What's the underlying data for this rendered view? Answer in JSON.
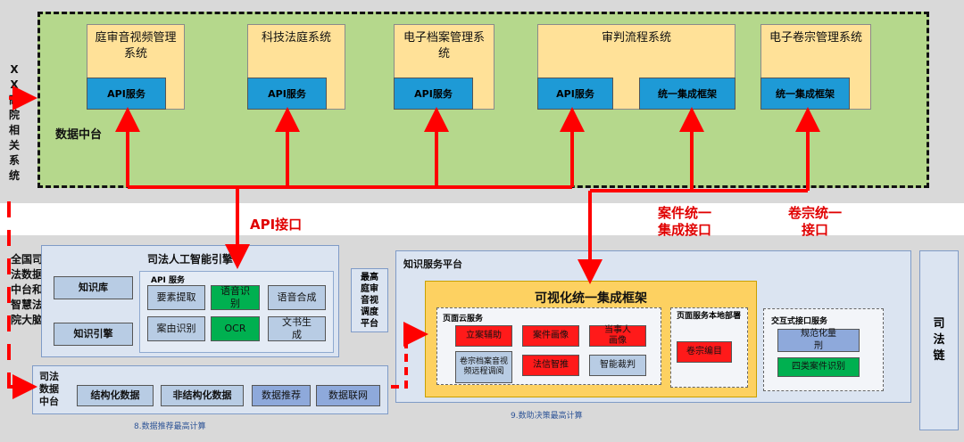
{
  "top": {
    "side_label": "XX高院相关系统",
    "platform_label": "数据中台",
    "systems": [
      {
        "title": "庭审音视频管理系统",
        "apis": [
          "API服务"
        ]
      },
      {
        "title": "科技法庭系统",
        "apis": [
          "API服务"
        ]
      },
      {
        "title": "电子档案管理系统",
        "apis": [
          "API服务"
        ]
      },
      {
        "title": "审判流程系统",
        "apis": [
          "API服务",
          "统一集成框架"
        ]
      },
      {
        "title": "电子卷宗管理系统",
        "apis": [
          "统一集成框架"
        ]
      }
    ]
  },
  "connectors": {
    "api_interface": "API接口",
    "case_interface": "案件统一集成接口",
    "dossier_interface": "卷宗统一接口"
  },
  "bottom": {
    "side_label": "全国司法数据中台和智慧法院大脑",
    "ai_engine": {
      "title": "司法人工智能引擎",
      "knowledge_base": "知识库",
      "knowledge_engine": "知识引擎",
      "api_services_title": "API 服务",
      "api_services": [
        "要素提取",
        "语音识别",
        "语音合成",
        "案由识别",
        "OCR",
        "文书生成"
      ]
    },
    "court_platform": "最高庭审音视调度平台",
    "data_platform": {
      "title": "司法数据中台",
      "items": [
        "结构化数据",
        "非结构化数据",
        "数据推荐",
        "数据联网"
      ],
      "caption": "8.数据推荐最高计算"
    },
    "knowledge_platform": {
      "title": "知识服务平台",
      "framework_title": "可视化统一集成框架",
      "page_cloud": {
        "title": "页面云服务",
        "items": [
          "立案辅助",
          "案件画像",
          "当事人画像",
          "卷宗档案音视频远程调阅",
          "法信智推",
          "智能裁判"
        ]
      },
      "local_service": {
        "title": "页面服务本地部署",
        "items": [
          "卷宗编目"
        ]
      },
      "interactive": {
        "title": "交互式接口服务",
        "items": [
          "规范化量刑",
          "四类案件识别"
        ]
      },
      "caption": "9.数助决策最高计算"
    },
    "chain": "司法链"
  },
  "colors": {
    "red": "#ff0000",
    "green_panel": "#b5d88c",
    "system_box": "#ffe198",
    "api_blue": "#1e9ad6",
    "framework_yellow": "#fdd161"
  }
}
